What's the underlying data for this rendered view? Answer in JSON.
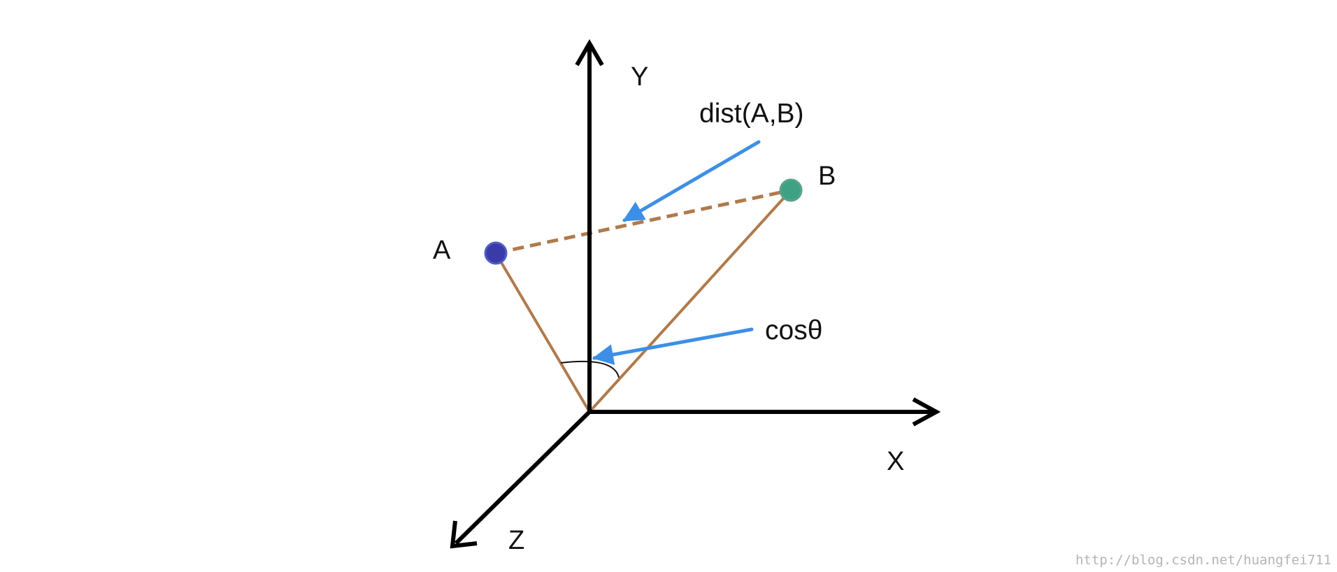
{
  "axes": {
    "x_label": "X",
    "y_label": "Y",
    "z_label": "Z"
  },
  "points": {
    "a_label": "A",
    "b_label": "B"
  },
  "annotations": {
    "distance_label": "dist(A,B)",
    "angle_label": "cosθ"
  },
  "watermark": "http://blog.csdn.net/huangfei711",
  "colors": {
    "axis": "#000000",
    "vector": "#b07a4c",
    "pointer_arrow": "#3d8fe6",
    "point_a": "#3a3aa8",
    "point_b": "#3fa183",
    "watermark": "#b4b4b4"
  }
}
